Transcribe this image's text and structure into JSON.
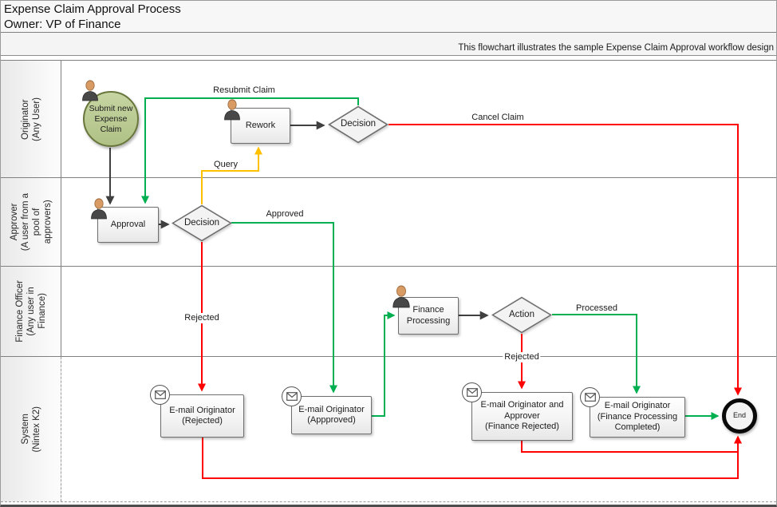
{
  "header": {
    "title": "Expense Claim Approval Process",
    "owner": "Owner: VP of Finance",
    "subtitle": "This flowchart illustrates the sample Expense Claim Approval workflow design"
  },
  "lanes": [
    {
      "label": "Originator\n(Any User)"
    },
    {
      "label": "Approver\n(A user from a\npool of\napprovers)"
    },
    {
      "label": "Finance Officer\n(Any user in\nFinance)"
    },
    {
      "label": "System\n(Nintex K2)"
    }
  ],
  "nodes": {
    "start": {
      "shape": "start-circle",
      "label": "Submit new\nExpense\nClaim"
    },
    "rework": {
      "shape": "task",
      "label": "Rework"
    },
    "rework_decision": {
      "shape": "diamond",
      "label": "Decision"
    },
    "approval": {
      "shape": "task",
      "label": "Approval"
    },
    "approval_decision": {
      "shape": "diamond",
      "label": "Decision"
    },
    "finance_processing": {
      "shape": "task",
      "label": "Finance\nProcessing"
    },
    "action_decision": {
      "shape": "diamond",
      "label": "Action"
    },
    "email_rejected": {
      "shape": "task",
      "icon": "envelope-icon",
      "label": "E-mail Originator\n(Rejected)"
    },
    "email_approved": {
      "shape": "task",
      "icon": "envelope-icon",
      "label": "E-mail Originator\n(Appproved)"
    },
    "email_finance_rejected": {
      "shape": "task",
      "icon": "envelope-icon",
      "label": "E-mail Originator and\nApprover\n(Finance Rejected)"
    },
    "email_finance_completed": {
      "shape": "task",
      "icon": "envelope-icon",
      "label": "E-mail Originator\n(Finance Processing\nCompleted)"
    },
    "end": {
      "shape": "end-circle",
      "label": "End"
    }
  },
  "edge_labels": {
    "resubmit_claim": "Resubmit Claim",
    "cancel_claim": "Cancel Claim",
    "query": "Query",
    "approved": "Approved",
    "rejected_by_approver": "Rejected",
    "processed": "Processed",
    "rejected_by_finance": "Rejected"
  },
  "colors": {
    "approve_green": "#00b050",
    "reject_red": "#fe0000",
    "query_yellow": "#ffc000",
    "connector_black": "#404040",
    "start_fill": "#b9ca92",
    "start_border": "#68763c",
    "lane_border": "#808080"
  }
}
